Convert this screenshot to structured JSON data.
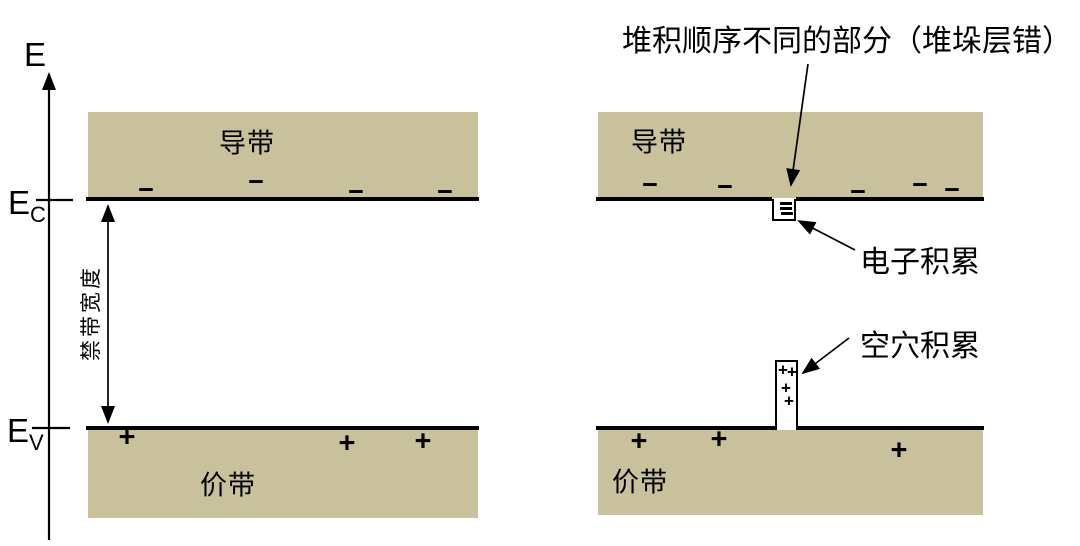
{
  "colors": {
    "background": "#ffffff",
    "band_fill": "#c9c19b",
    "ink": "#000000"
  },
  "axis": {
    "label": "E",
    "ec_base": "E",
    "ec_sub": "C",
    "ev_base": "E",
    "ev_sub": "V"
  },
  "symbols": {
    "minus": "−",
    "plus": "+"
  },
  "left_panel": {
    "conduction_band_label": "导带",
    "valence_band_label": "价带",
    "bandgap_label": "禁带宽度",
    "conduction_minus_count": 4,
    "valence_plus_count": 3
  },
  "right_panel": {
    "title": "堆积顺序不同的部分（堆垛层错）",
    "conduction_band_label": "导带",
    "valence_band_label": "价带",
    "electron_accumulation_label": "电子积累",
    "hole_accumulation_label": "空穴积累",
    "conduction_minus_count": 5,
    "valence_plus_count": 3,
    "notch_minus_count": 3,
    "bump_plus_count": 4
  }
}
